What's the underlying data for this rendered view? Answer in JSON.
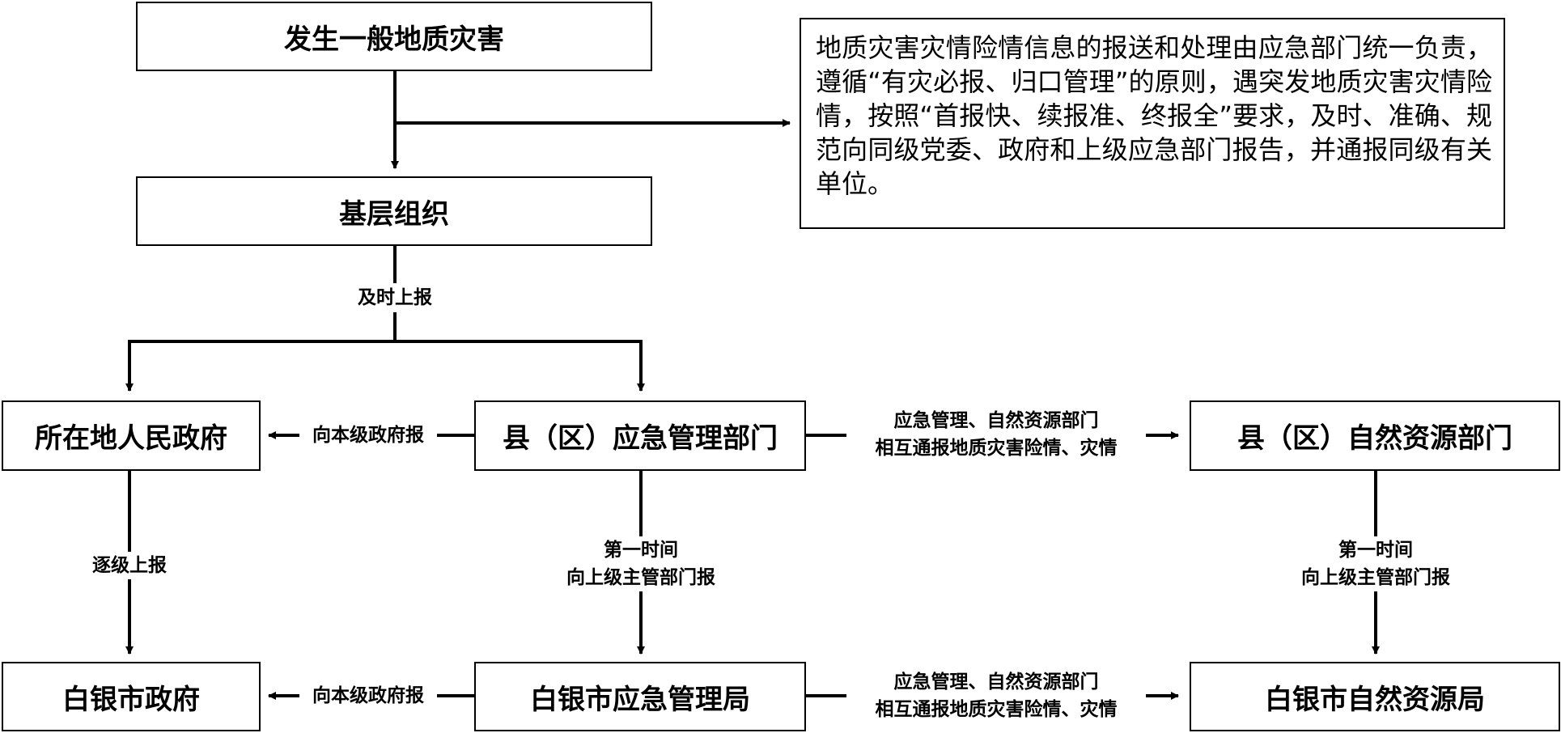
{
  "diagram": {
    "nodes": {
      "occurrence": "发生一般地质灾害",
      "grassroots": "基层组织",
      "local_gov": "所在地人民政府",
      "county_emergency": "县（区）应急管理部门",
      "county_resources": "县（区）自然资源部门",
      "city_gov": "白银市政府",
      "city_emergency": "白银市应急管理局",
      "city_resources": "白银市自然资源局"
    },
    "note": "地质灾害灾情险情信息的报送和处理由应急部门统一负责，遵循“有灾必报、归口管理”的原则，遇突发地质灾害灾情险情，按照“首报快、续报准、终报全”要求，及时、准确、规范向同级党委、政府和上级应急部门报告，并通报同级有关单位。",
    "edge_labels": {
      "timely_report": "及时上报",
      "to_same_level_gov_1": "向本级政府报",
      "to_same_level_gov_2": "向本级政府报",
      "mutual_1_line1": "应急管理、自然资源部门",
      "mutual_1_line2": "相互通报地质灾害险情、灾情",
      "mutual_2_line1": "应急管理、自然资源部门",
      "mutual_2_line2": "相互通报地质灾害险情、灾情",
      "level_by_level": "逐级上报",
      "first_time_1_line1": "第一时间",
      "first_time_1_line2": "向上级主管部门报",
      "first_time_2_line1": "第一时间",
      "first_time_2_line2": "向上级主管部门报"
    }
  }
}
